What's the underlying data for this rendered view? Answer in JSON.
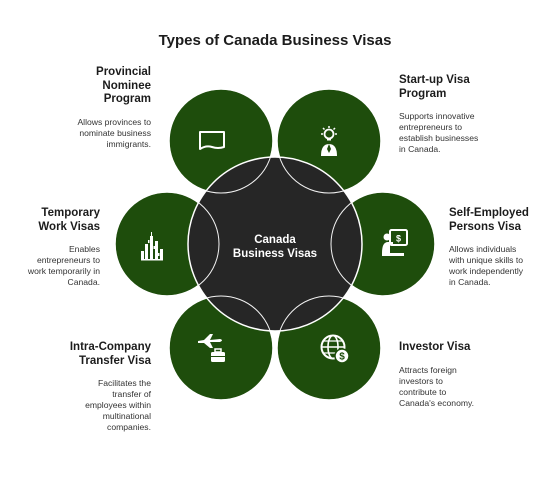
{
  "title": "Types of Canada Business Visas",
  "hub": {
    "line1": "Canada",
    "line2": "Business Visas"
  },
  "colors": {
    "petal": "#1e4d0c",
    "hub": "#262626",
    "stroke": "#ffffff",
    "icon": "#ffffff"
  },
  "items": [
    {
      "name_lines": [
        "Provincial",
        "Nominee",
        "Program"
      ],
      "desc_lines": [
        "Allows provinces to",
        "nominate business",
        "immigrants."
      ],
      "icon": "document-icon"
    },
    {
      "name_lines": [
        "Start-up Visa",
        "Program"
      ],
      "desc_lines": [
        "Supports innovative",
        "entrepreneurs to",
        "establish businesses",
        "in Canada."
      ],
      "icon": "innovator-lightbulb-icon"
    },
    {
      "name_lines": [
        "Temporary",
        "Work Visas"
      ],
      "desc_lines": [
        "Enables",
        "entrepreneurs to",
        "work temporarily in",
        "Canada."
      ],
      "icon": "city-skyline-icon"
    },
    {
      "name_lines": [
        "Self-Employed",
        "Persons Visa"
      ],
      "desc_lines": [
        "Allows individuals",
        "with unique skills to",
        "work independently",
        "in Canada."
      ],
      "icon": "presenter-board-icon"
    },
    {
      "name_lines": [
        "Intra-Company",
        "Transfer Visa"
      ],
      "desc_lines": [
        "Facilitates the",
        "transfer of",
        "employees within",
        "multinational",
        "companies."
      ],
      "icon": "airplane-briefcase-icon"
    },
    {
      "name_lines": [
        "Investor Visa"
      ],
      "desc_lines": [
        "Attracts foreign",
        "investors to",
        "contribute to",
        "Canada's economy."
      ],
      "icon": "globe-dollar-icon"
    }
  ]
}
